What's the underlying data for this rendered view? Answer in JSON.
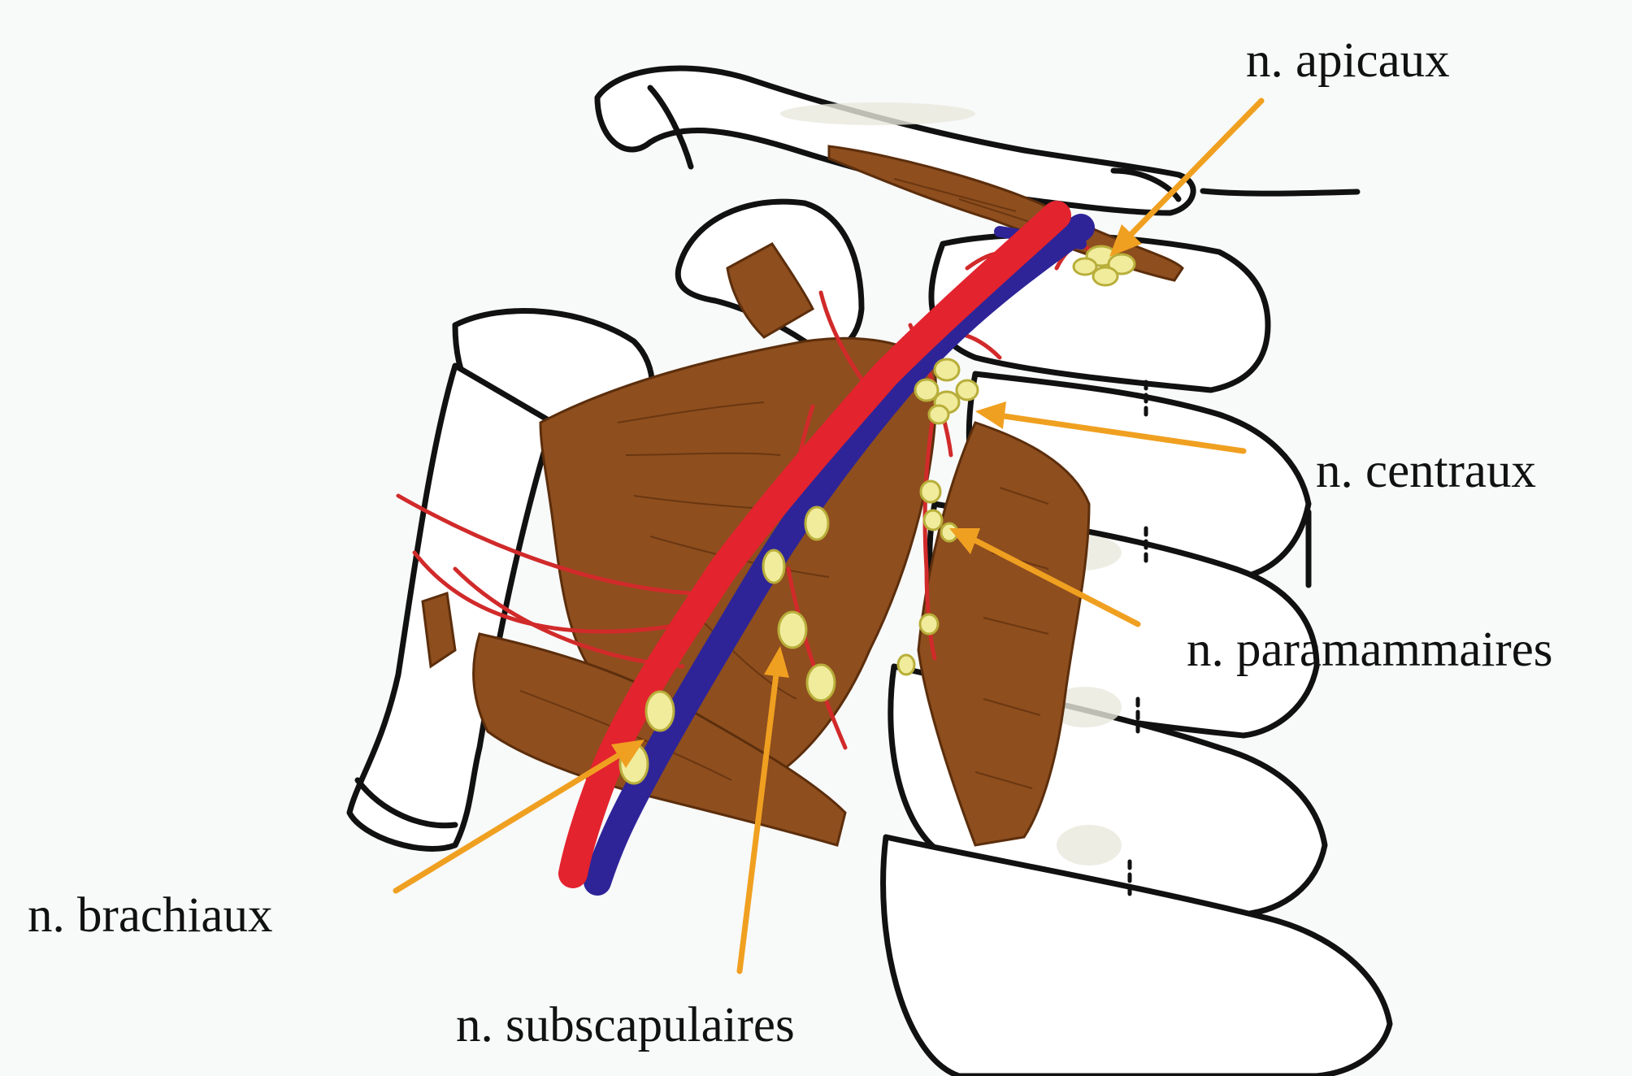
{
  "labels": {
    "apicaux": "n. apicaux",
    "centraux": "n. centraux",
    "paramammaires": "n. paramammaires",
    "brachiaux": "n. brachiaux",
    "subscapulaires": "n. subscapulaires"
  },
  "colors": {
    "background": "#f8f9f9",
    "outline": "#111111",
    "muscle": "#8e4e1e",
    "artery": "#e3232e",
    "vein": "#2e2498",
    "lymph_node": "#f1ec9c",
    "arrow": "#f0a020"
  }
}
